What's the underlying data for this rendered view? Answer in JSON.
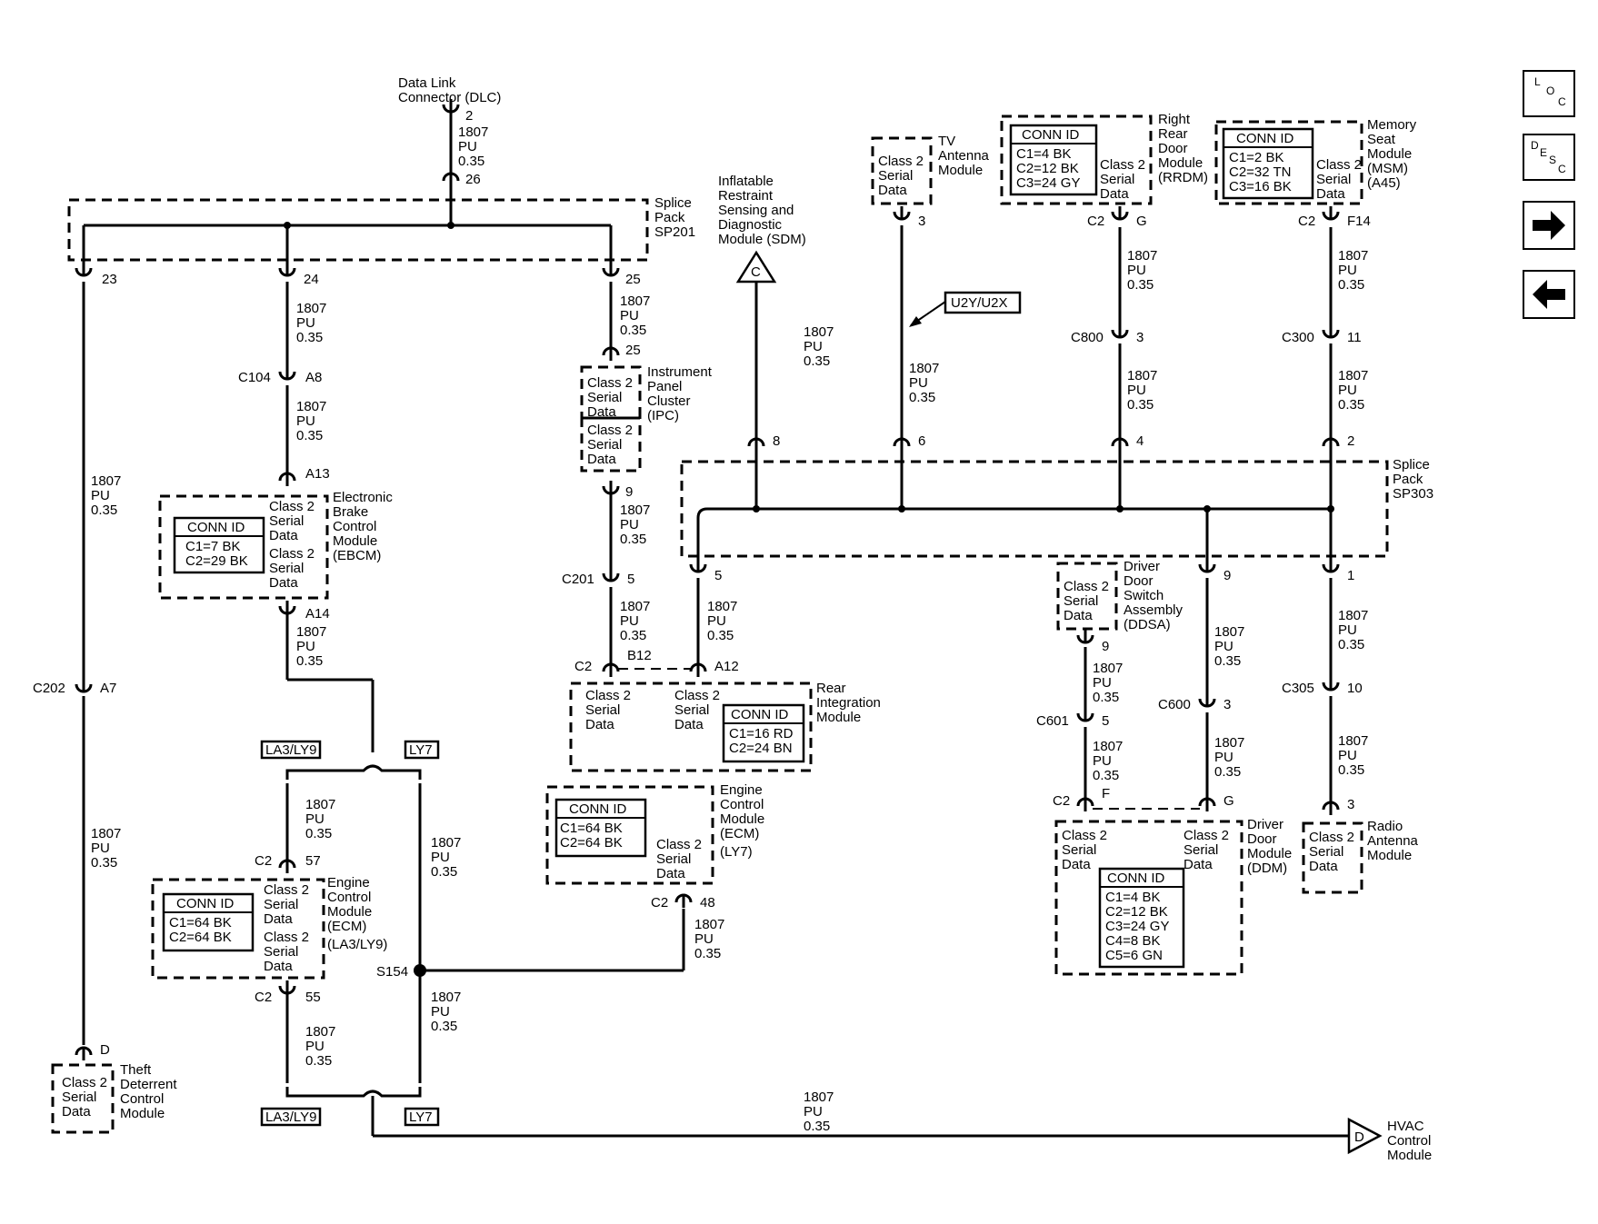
{
  "wire": {
    "circuit": "1807",
    "color": "PU",
    "size": "0.35"
  },
  "common": {
    "class2": "Class 2",
    "serial": "Serial",
    "data": "Data",
    "conn_id": "CONN ID"
  },
  "dlc": {
    "name1": "Data Link",
    "name2": "Connector (DLC)",
    "pin_top": "2",
    "pin_bottom": "26"
  },
  "sp201": {
    "l1": "Splice",
    "l2": "Pack",
    "l3": "SP201",
    "pins": [
      "23",
      "24",
      "25"
    ]
  },
  "c104": {
    "label": "C104",
    "pin": "A8"
  },
  "ebcm": {
    "pin_in": "A13",
    "pin_out": "A14",
    "conn": [
      "C1=7 BK",
      "C2=29 BK"
    ],
    "name": [
      "Electronic",
      "Brake",
      "Control",
      "Module",
      "(EBCM)"
    ]
  },
  "c202": {
    "label": "C202",
    "pin": "A7"
  },
  "tdm": {
    "pin": "D",
    "name": [
      "Theft",
      "Deterrent",
      "Control",
      "Module"
    ]
  },
  "ipc": {
    "pin_in": "25",
    "pin_out": "9",
    "name": [
      "Instrument",
      "Panel",
      "Cluster",
      "(IPC)"
    ]
  },
  "c201": {
    "label": "C201",
    "pin": "5"
  },
  "rim": {
    "conn_label": "C2",
    "pin1": "B12",
    "pin2": "A12",
    "conn": [
      "C1=16 RD",
      "C2=24 BN"
    ],
    "name": [
      "Rear",
      "Integration",
      "Module"
    ]
  },
  "options": {
    "a": "LA3/LY9",
    "b": "LY7",
    "tv": "U2Y/U2X"
  },
  "ecm_la3": {
    "conn_label": "C2",
    "pin_in": "57",
    "pin_out": "55",
    "conn": [
      "C1=64 BK",
      "C2=64 BK"
    ],
    "name": [
      "Engine",
      "Control",
      "Module",
      "(ECM)",
      "(LA3/LY9)"
    ]
  },
  "ecm_ly7": {
    "conn_label": "C2",
    "pin": "48",
    "conn": [
      "C1=64 BK",
      "C2=64 BK"
    ],
    "name": [
      "Engine",
      "Control",
      "Module",
      "(ECM)",
      "(LY7)"
    ]
  },
  "s154": {
    "label": "S154"
  },
  "sdm": {
    "symbol": "C",
    "name": [
      "Inflatable",
      "Restraint",
      "Sensing and",
      "Diagnostic",
      "Module (SDM)"
    ],
    "pin": "8"
  },
  "tv": {
    "pin_out": "3",
    "pin_in": "6",
    "name": [
      "TV",
      "Antenna",
      "Module"
    ]
  },
  "rrdm": {
    "conn_label": "C2",
    "pin": "G",
    "c800": "C800",
    "c800_pin": "3",
    "sp_pin": "4",
    "conn": [
      "C1=4 BK",
      "C2=12 BK",
      "C3=24 GY"
    ],
    "name": [
      "Right",
      "Rear",
      "Door",
      "Module",
      "(RRDM)"
    ]
  },
  "msm": {
    "conn_label": "C2",
    "pin": "F14",
    "c300": "C300",
    "c300_pin": "11",
    "sp_pin": "2",
    "conn": [
      "C1=2 BK",
      "C2=32 TN",
      "C3=16 BK"
    ],
    "name": [
      "Memory",
      "Seat",
      "Module",
      "(MSM)",
      "(A45)"
    ]
  },
  "sp303": {
    "l1": "Splice",
    "l2": "Pack",
    "l3": "SP303",
    "pin5": "5",
    "pin9": "9",
    "pin1": "1"
  },
  "ddsa": {
    "pin": "9",
    "c601": "C601",
    "c601_pin": "5",
    "name": [
      "Driver",
      "Door",
      "Switch",
      "Assembly",
      "(DDSA)"
    ]
  },
  "c600": {
    "label": "C600",
    "pin": "3"
  },
  "ddm": {
    "conn_label": "C2",
    "pin_f": "F",
    "pin_g": "G",
    "conn": [
      "C1=4 BK",
      "C2=12 BK",
      "C3=24 GY",
      "C4=8 BK",
      "C5=6 GN"
    ],
    "name": [
      "Driver",
      "Door",
      "Module",
      "(DDM)"
    ]
  },
  "c305": {
    "label": "C305",
    "pin": "10"
  },
  "radio": {
    "pin": "3",
    "name": [
      "Radio",
      "Antenna",
      "Module"
    ]
  },
  "hvac": {
    "symbol": "D",
    "name": [
      "HVAC",
      "Control",
      "Module"
    ]
  },
  "nav": {
    "loc": [
      "L",
      "O",
      "C"
    ],
    "desc": [
      "D",
      "E",
      "S",
      "C"
    ]
  }
}
